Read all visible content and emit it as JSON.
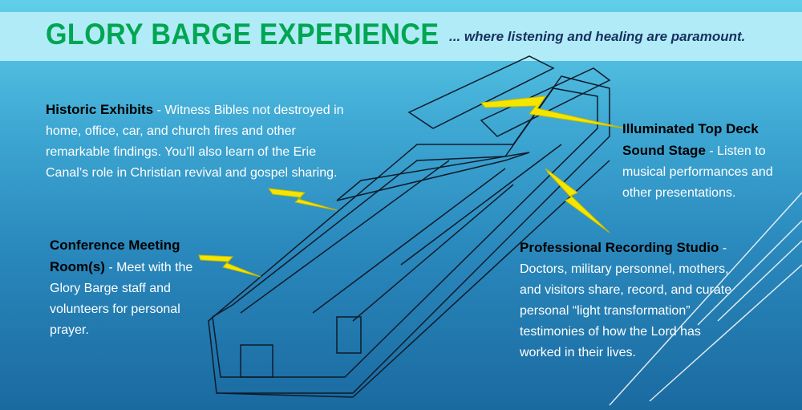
{
  "header": {
    "title": "GLORY BARGE EXPERIENCE",
    "tagline": "... where listening and healing are paramount."
  },
  "sections": [
    {
      "heading": "Historic Exhibits",
      "text": " - Witness Bibles not destroyed in home, office, car, and church fires and other remarkable findings. You’ll also learn of the Erie Canal’s role in Christian revival and gospel sharing."
    },
    {
      "heading": "Conference Meeting Room(s)",
      "text": " - Meet with the Glory Barge staff and volunteers for personal prayer."
    },
    {
      "heading": "Illuminated Top Deck Sound Stage",
      "text": " - Listen to musical performances and other presentations."
    },
    {
      "heading": "Professional Recording Studio",
      "text": " - Doctors, military personnel, mothers, and visitors share, record, and curate personal  “light transformation” testimonies of how the Lord has worked in their lives."
    }
  ],
  "colors": {
    "title": "#00a651",
    "tagline": "#17305e",
    "bolt": "#f5e600"
  }
}
